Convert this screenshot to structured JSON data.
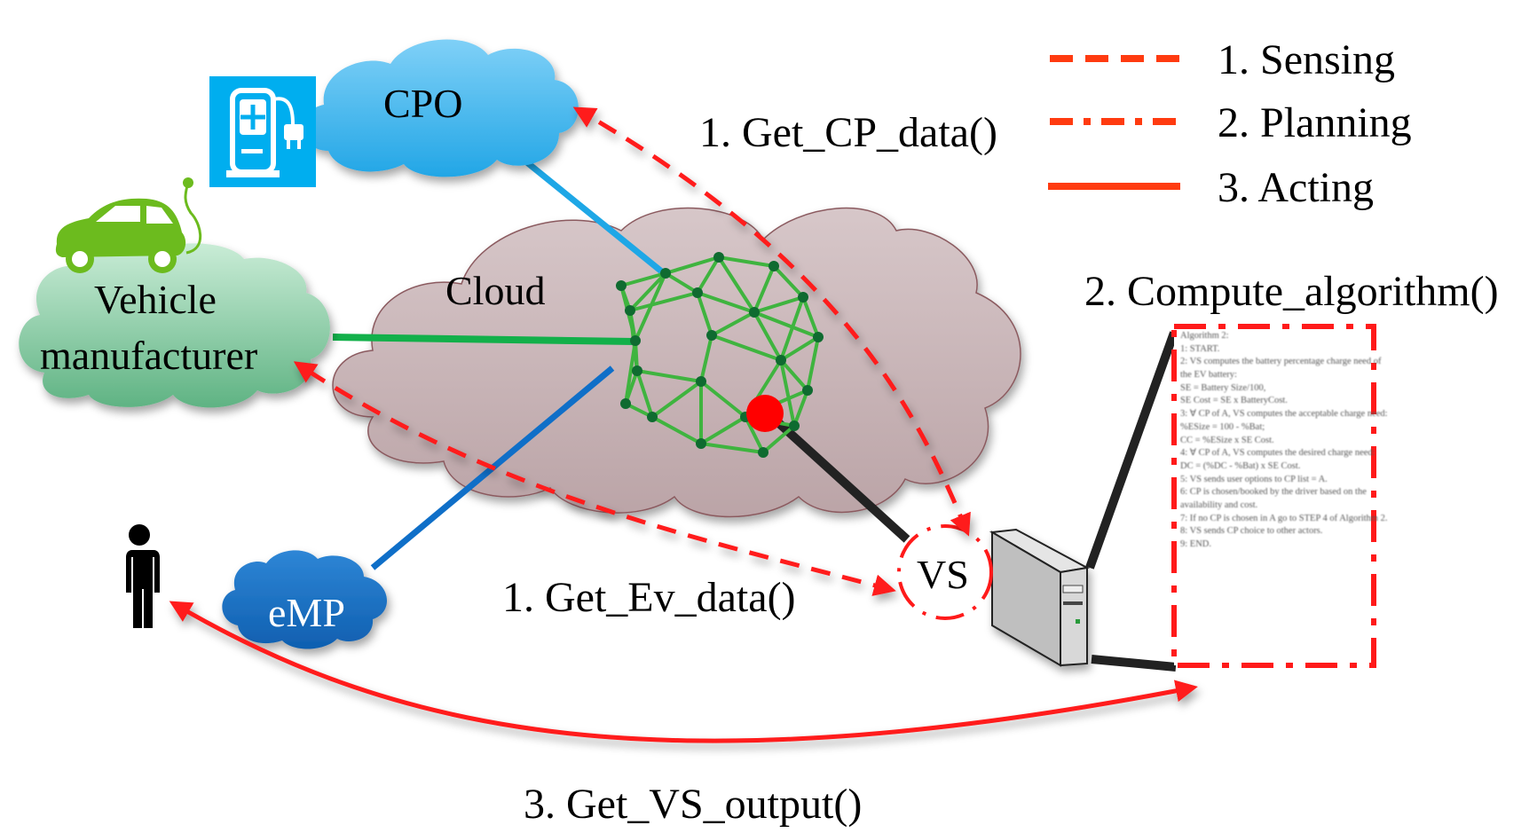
{
  "legend": {
    "items": [
      {
        "label": "1. Sensing",
        "style": "dashed"
      },
      {
        "label": "2. Planning",
        "style": "dash-dot"
      },
      {
        "label": "3. Acting",
        "style": "solid"
      }
    ],
    "color": "#ff3b10"
  },
  "nodes": {
    "cpo": {
      "label": "CPO",
      "color": "#3fb6ee"
    },
    "vehicle_manufacturer": {
      "label_line1": "Vehicle",
      "label_line2": "manufacturer",
      "color": "#8fd3ad"
    },
    "cloud": {
      "label": "Cloud",
      "color": "#c9b5b7"
    },
    "emp": {
      "label": "eMP",
      "color": "#1a72c8"
    },
    "vs": {
      "label": "VS"
    },
    "charging_station_icon_color": "#00aeef",
    "car_icon_color": "#6cbb1e"
  },
  "edges": {
    "get_cp_data": "1. Get_CP_data()",
    "get_ev_data": "1. Get_Ev_data()",
    "compute_algorithm": "2. Compute_algorithm()",
    "get_vs_output": "3. Get_VS_output()"
  },
  "algorithm_box": {
    "lines": [
      "Algorithm 2:",
      "1: START.",
      "2: VS computes the battery percentage charge need of",
      "   the EV battery:",
      "   SE = Battery Size/100,",
      "   SE Cost = SE x BatteryCost.",
      "3: ∀ CP of A, VS computes the acceptable charge need:",
      "   %ESize = 100 - %Bat;",
      "   CC = %ESize x SE Cost.",
      "4: ∀ CP of A, VS computes the desired charge need:",
      "   DC = (%DC - %Bat) x SE Cost.",
      "5: VS sends user options to CP list = A.",
      "6: CP is chosen/booked by the driver based on the",
      "   availability and cost.",
      "7: If no CP is chosen in A go to STEP 4 of Algorithm 2.",
      "8: VS sends CP choice to other actors.",
      "9: END."
    ]
  },
  "colors": {
    "red": "#ff1a1a",
    "green_link": "#12b04a",
    "sphere_green": "#3fb43f",
    "sphere_node": "#0f6b30"
  }
}
